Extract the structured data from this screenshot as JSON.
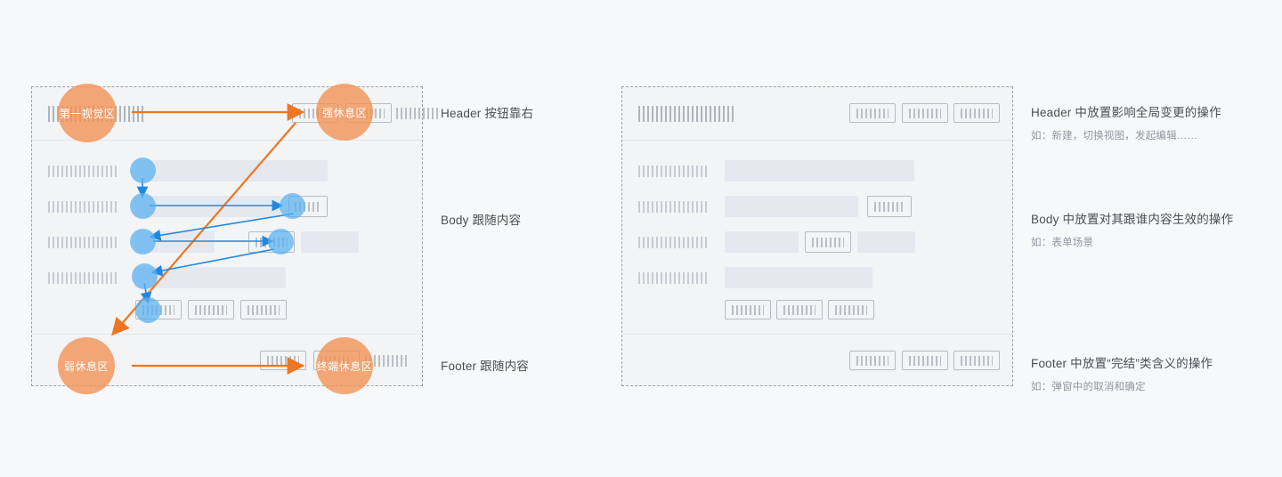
{
  "colors": {
    "orange": "#f39255",
    "blue": "#57b0f0",
    "panel_bg": "#f2f4f6",
    "page_bg": "#f7f8f9",
    "field": "#e6e8f0",
    "dashed_border": "#9aa3ad"
  },
  "left_panel": {
    "zones": [
      {
        "name": "header",
        "label": "Header"
      },
      {
        "name": "body",
        "label": "Body"
      },
      {
        "name": "footer",
        "label": "Footer"
      }
    ],
    "attention_circles": [
      {
        "id": "first-visual-zone",
        "text": "第一视觉区"
      },
      {
        "id": "strong-rest-zone",
        "text": "强休息区"
      },
      {
        "id": "weak-rest-zone",
        "text": "弱休息区"
      },
      {
        "id": "terminal-rest-zone",
        "text": "终端休息区"
      }
    ]
  },
  "center_annotations": [
    {
      "id": "header-note",
      "text": "Header 按钮靠右"
    },
    {
      "id": "body-note",
      "text": "Body 跟随内容"
    },
    {
      "id": "footer-note",
      "text": "Footer 跟随内容"
    }
  ],
  "right_annotations": [
    {
      "id": "header-rule",
      "title": "Header 中放置影响全局变更的操作",
      "example": "如：新建，切换视图，发起编辑……"
    },
    {
      "id": "body-rule",
      "title": "Body 中放置对其跟谁内容生效的操作",
      "example": "如：表单场景"
    },
    {
      "id": "footer-rule",
      "title": "Footer 中放置“完结”类含义的操作",
      "example": "如：弹窗中的取消和确定"
    }
  ]
}
